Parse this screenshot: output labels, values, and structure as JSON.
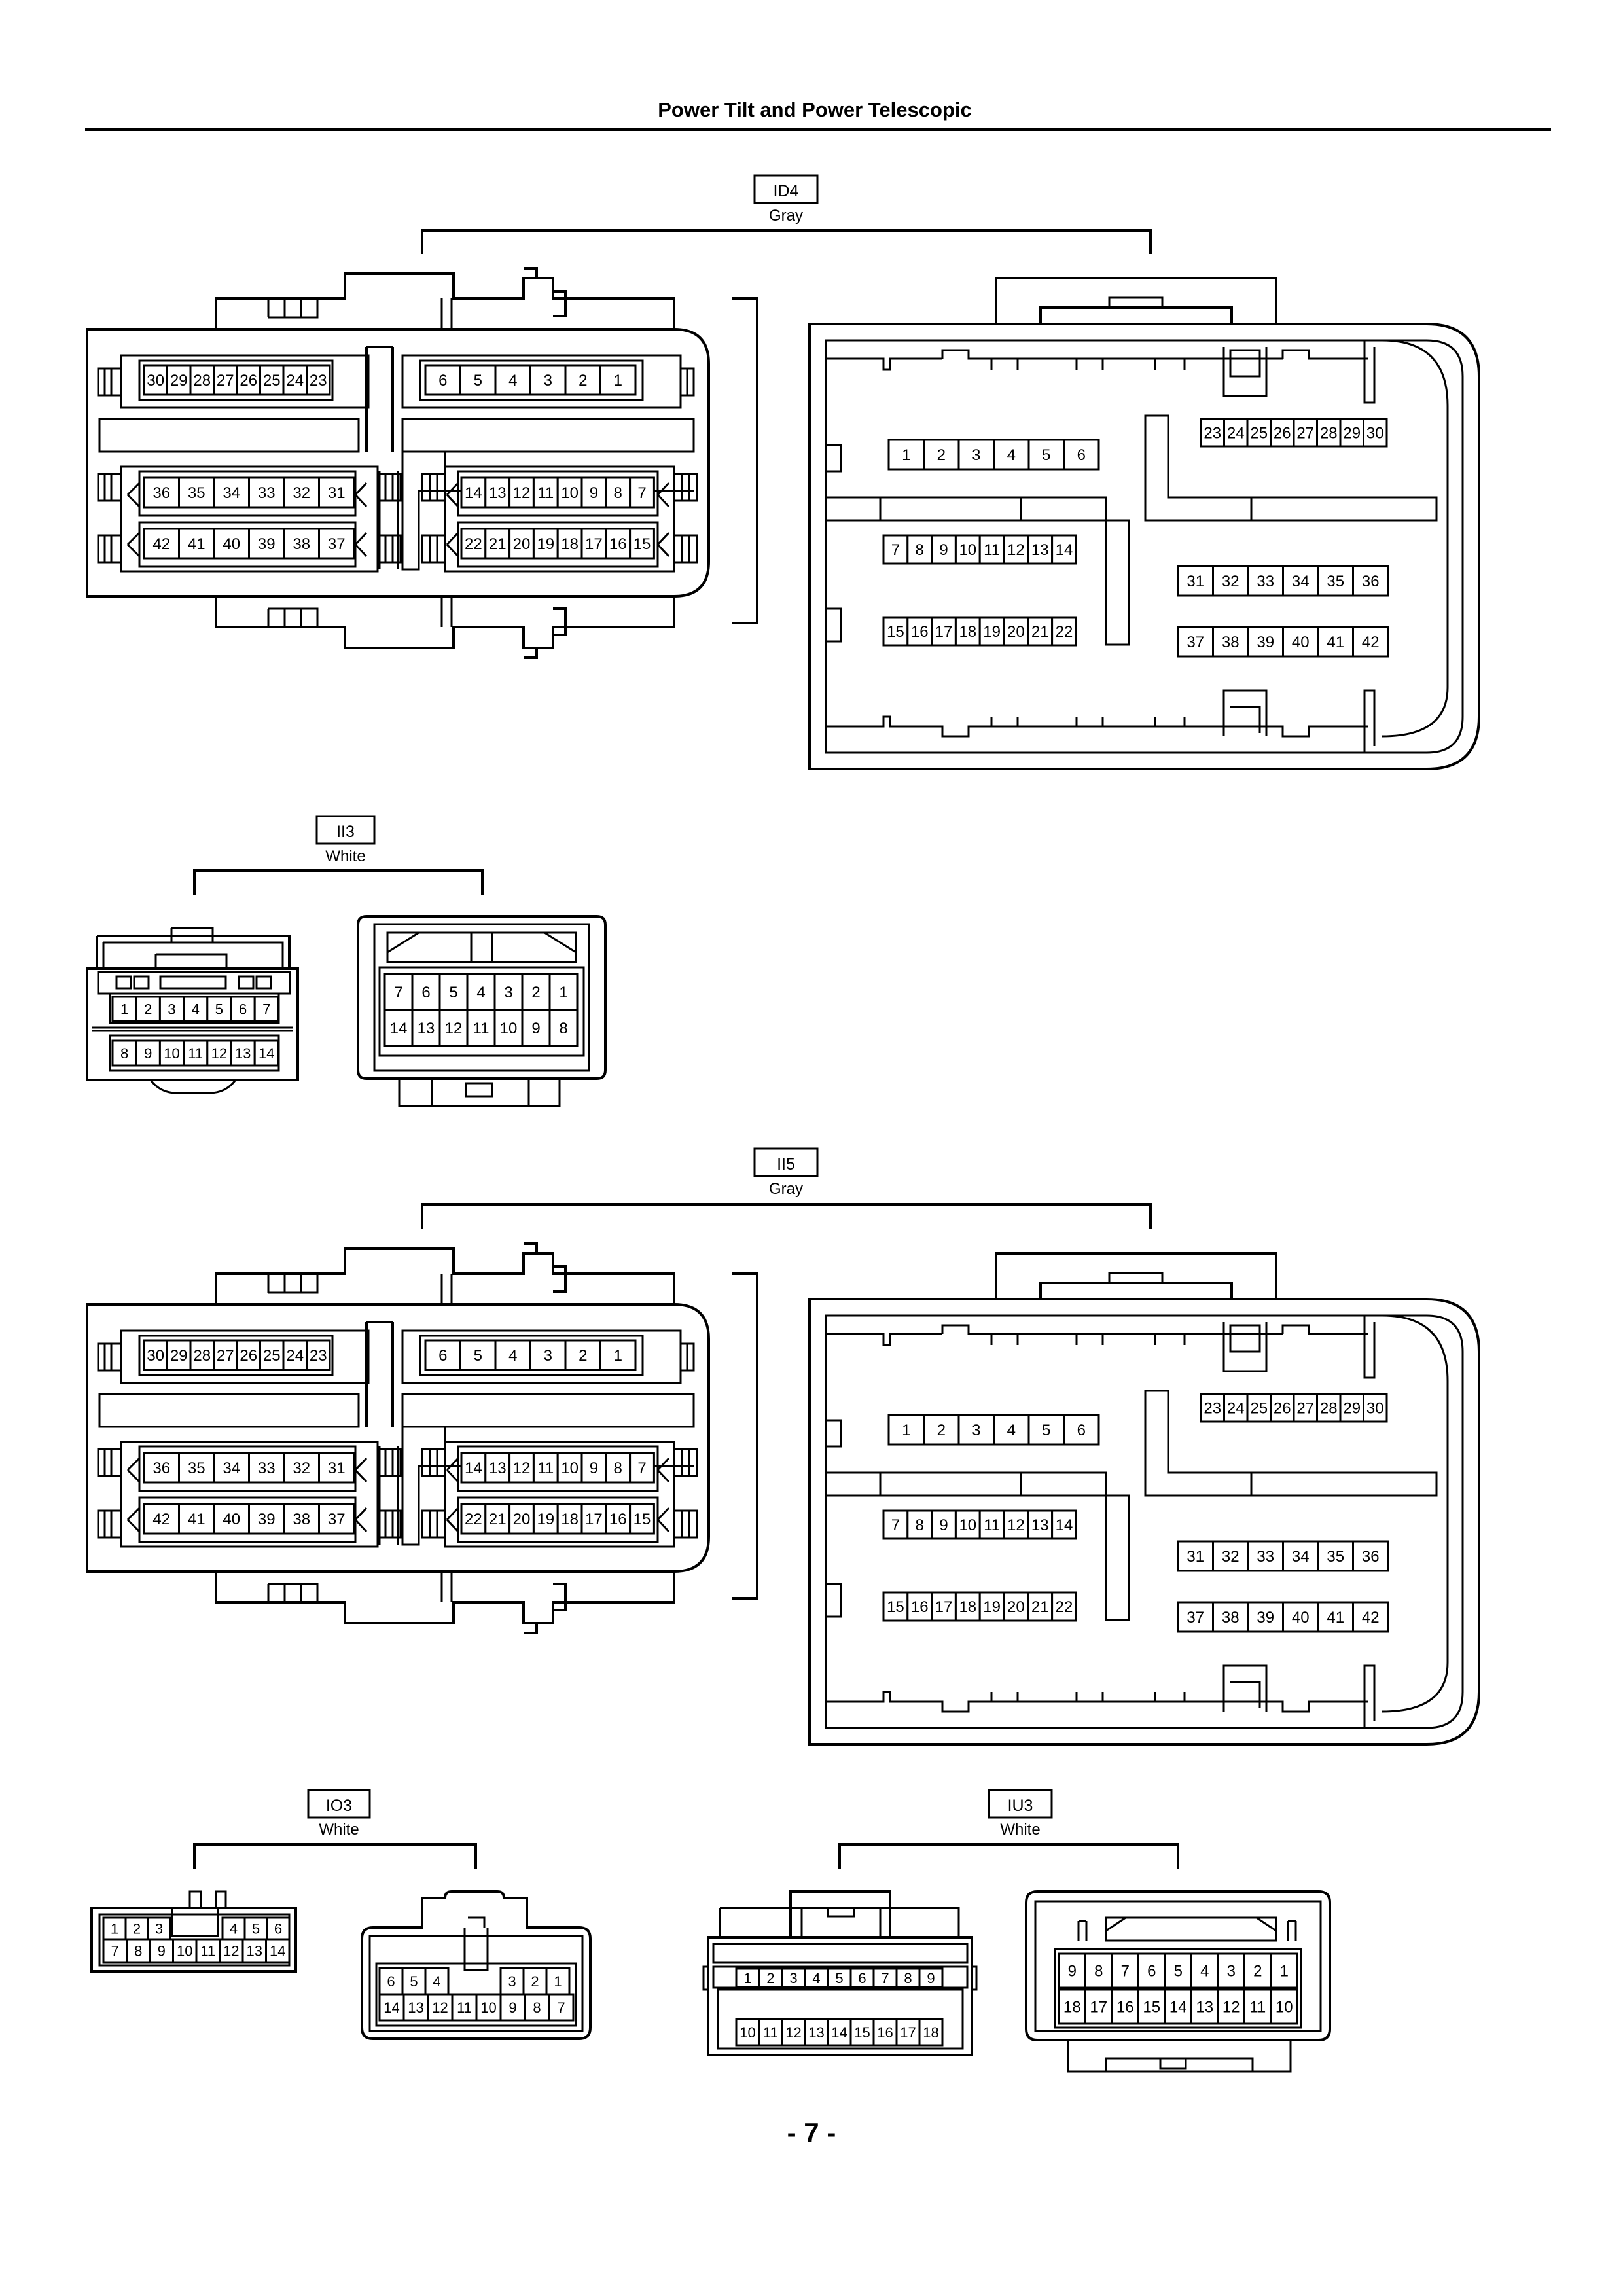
{
  "page": {
    "title": "Power Tilt and Power Telescopic",
    "page_number": "- 7 -"
  },
  "connectors": [
    {
      "id": "ID4",
      "color": "Gray"
    },
    {
      "id": "II3",
      "color": "White"
    },
    {
      "id": "II5",
      "color": "Gray"
    },
    {
      "id": "IO3",
      "color": "White"
    },
    {
      "id": "IU3",
      "color": "White"
    }
  ],
  "big": {
    "male": {
      "r1l": [
        "30",
        "29",
        "28",
        "27",
        "26",
        "25",
        "24",
        "23"
      ],
      "r1r": [
        "6",
        "5",
        "4",
        "3",
        "2",
        "1"
      ],
      "r2l": [
        "36",
        "35",
        "34",
        "33",
        "32",
        "31"
      ],
      "r2r": [
        "14",
        "13",
        "12",
        "11",
        "10",
        "9",
        "8",
        "7"
      ],
      "r3l": [
        "42",
        "41",
        "40",
        "39",
        "38",
        "37"
      ],
      "r3r": [
        "22",
        "21",
        "20",
        "19",
        "18",
        "17",
        "16",
        "15"
      ]
    },
    "female": {
      "a": [
        "1",
        "2",
        "3",
        "4",
        "5",
        "6"
      ],
      "b": [
        "23",
        "24",
        "25",
        "26",
        "27",
        "28",
        "29",
        "30"
      ],
      "c": [
        "7",
        "8",
        "9",
        "10",
        "11",
        "12",
        "13",
        "14"
      ],
      "d": [
        "31",
        "32",
        "33",
        "34",
        "35",
        "36"
      ],
      "e": [
        "15",
        "16",
        "17",
        "18",
        "19",
        "20",
        "21",
        "22"
      ],
      "f": [
        "37",
        "38",
        "39",
        "40",
        "41",
        "42"
      ]
    }
  },
  "ii3": {
    "male": {
      "r1": [
        "1",
        "2",
        "3",
        "4",
        "5",
        "6",
        "7"
      ],
      "r2": [
        "8",
        "9",
        "10",
        "11",
        "12",
        "13",
        "14"
      ]
    },
    "female": {
      "r1": [
        "7",
        "6",
        "5",
        "4",
        "3",
        "2",
        "1"
      ],
      "r2": [
        "14",
        "13",
        "12",
        "11",
        "10",
        "9",
        "8"
      ]
    }
  },
  "io3": {
    "male": {
      "r1a": [
        "1",
        "2",
        "3"
      ],
      "r1b": [
        "4",
        "5",
        "6"
      ],
      "r2": [
        "7",
        "8",
        "9",
        "10",
        "11",
        "12",
        "13",
        "14"
      ]
    },
    "female": {
      "r1a": [
        "6",
        "5",
        "4"
      ],
      "r1b": [
        "3",
        "2",
        "1"
      ],
      "r2": [
        "14",
        "13",
        "12",
        "11",
        "10",
        "9",
        "8",
        "7"
      ]
    }
  },
  "iu3": {
    "male": {
      "r1": [
        "1",
        "2",
        "3",
        "4",
        "5",
        "6",
        "7",
        "8",
        "9"
      ],
      "r2": [
        "10",
        "11",
        "12",
        "13",
        "14",
        "15",
        "16",
        "17",
        "18"
      ]
    },
    "female": {
      "r1": [
        "9",
        "8",
        "7",
        "6",
        "5",
        "4",
        "3",
        "2",
        "1"
      ],
      "r2": [
        "18",
        "17",
        "16",
        "15",
        "14",
        "13",
        "12",
        "11",
        "10"
      ]
    }
  }
}
